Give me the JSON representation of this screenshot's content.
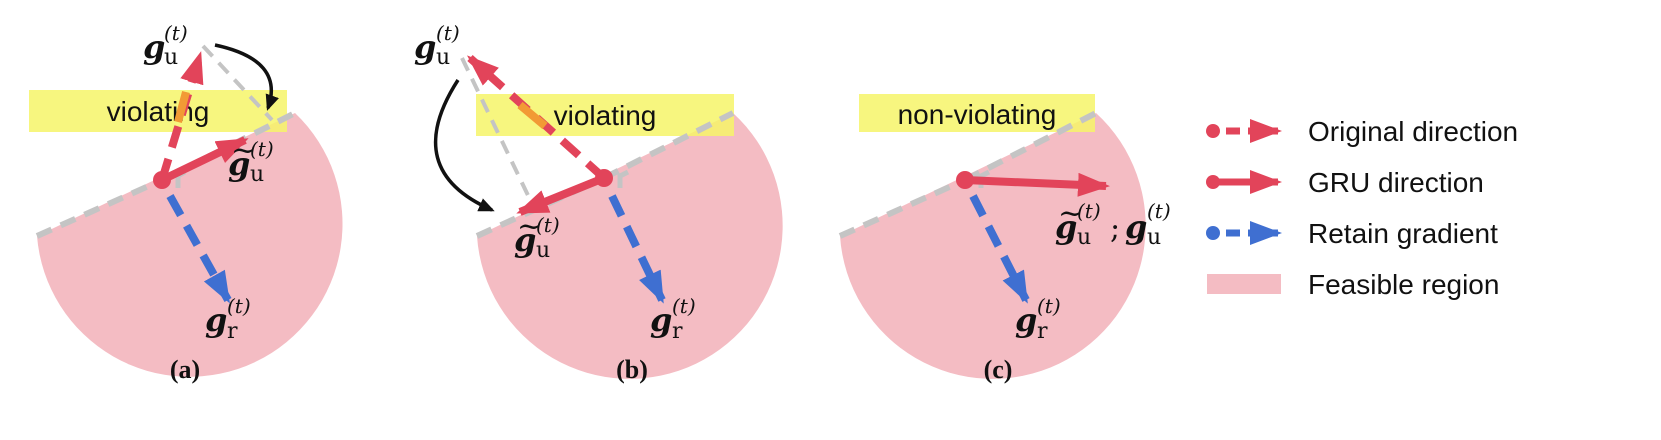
{
  "colors": {
    "feasible": "#f4bcc3",
    "violating_box": "#f6f569",
    "red": "#e2445a",
    "orange": "#f29a35",
    "blue": "#3f6fd1",
    "gray": "#c4c4c4",
    "black": "#111111"
  },
  "panels": [
    {
      "caption": "(a)",
      "box_label": "violating"
    },
    {
      "caption": "(b)",
      "box_label": "violating"
    },
    {
      "caption": "(c)",
      "box_label": "non-violating"
    }
  ],
  "math": {
    "g": "g",
    "u": "u",
    "r": "r",
    "t": "(t)",
    "tilde": "~",
    "sep": ";"
  },
  "legend": [
    {
      "label": "Original direction",
      "style": "dashed-red"
    },
    {
      "label": "GRU direction",
      "style": "solid-red"
    },
    {
      "label": "Retain gradient",
      "style": "dashed-blue"
    },
    {
      "label": "Feasible region",
      "style": "pink-patch"
    }
  ]
}
